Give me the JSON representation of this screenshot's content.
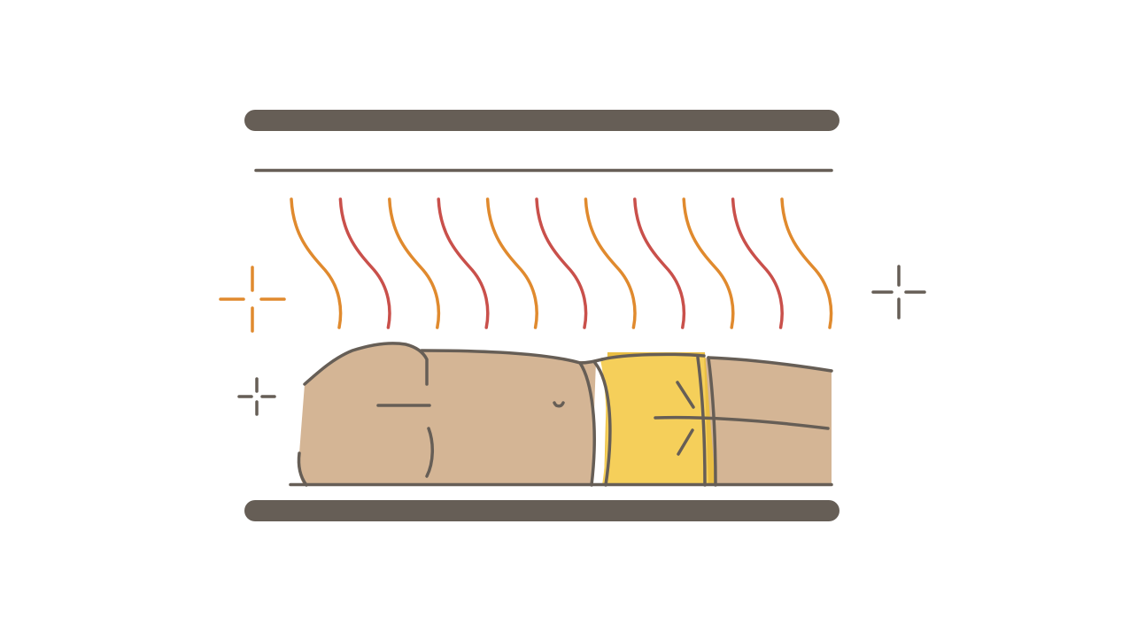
{
  "illustration": {
    "subject": "person-lying-in-heated-chamber",
    "palette": {
      "background": "#ffffff",
      "outline": "#665e56",
      "skin": "#d4b595",
      "shorts": "#f5cf5a",
      "shorts_shadow": "#e9be43",
      "heat_orange": "#e08a2e",
      "heat_red": "#c9504b"
    },
    "heat_waves": {
      "count": 11,
      "colors": [
        "orange",
        "red",
        "orange",
        "red",
        "orange",
        "red",
        "orange",
        "red",
        "orange",
        "red",
        "orange"
      ]
    },
    "sparkles": [
      {
        "name": "sparkle-left-large-icon",
        "color": "orange"
      },
      {
        "name": "sparkle-left-small-icon",
        "color": "outline"
      },
      {
        "name": "sparkle-right-icon",
        "color": "outline"
      }
    ]
  }
}
